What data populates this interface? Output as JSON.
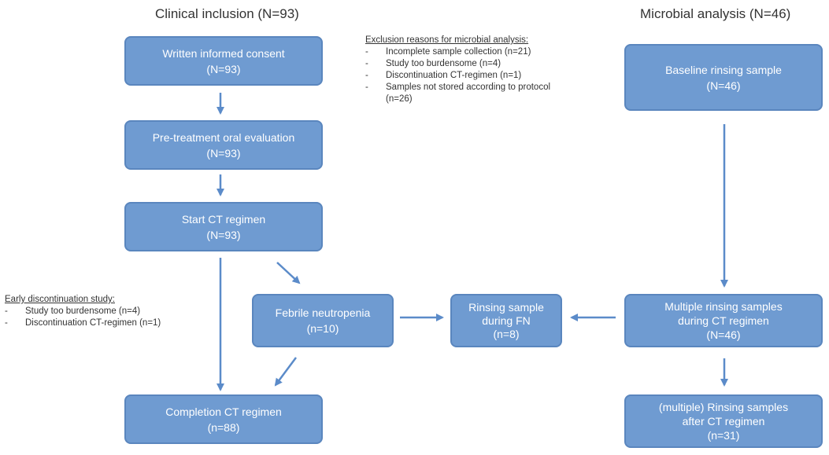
{
  "headings": {
    "left": "Clinical inclusion (N=93)",
    "right": "Microbial analysis (N=46)"
  },
  "boxes": {
    "consent": {
      "line1": "Written informed consent",
      "line2": "(N=93)"
    },
    "pretreatment": {
      "line1": "Pre-treatment oral evaluation",
      "line2": "(N=93)"
    },
    "start_ct": {
      "line1": "Start CT regimen",
      "line2": "(N=93)"
    },
    "febrile": {
      "line1": "Febrile neutropenia",
      "line2": "(n=10)"
    },
    "completion": {
      "line1": "Completion CT regimen",
      "line2": "(n=88)"
    },
    "rinsing_fn": {
      "line1": "Rinsing sample",
      "line2": "during FN",
      "line3": "(n=8)"
    },
    "baseline": {
      "line1": "Baseline rinsing sample",
      "line2": "(N=46)"
    },
    "multiple_during": {
      "line1": "Multiple rinsing samples",
      "line2": "during CT regimen",
      "line3": "(N=46)"
    },
    "multiple_after": {
      "line1": "(multiple) Rinsing samples",
      "line2": "after CT regimen",
      "line3": "(n=31)"
    }
  },
  "exclusion_note": {
    "title": "Exclusion reasons for microbial analysis:",
    "items": [
      "Incomplete sample collection (n=21)",
      "Study too burdensome (n=4)",
      "Discontinuation CT-regimen (n=1)",
      "Samples not stored according to protocol (n=26)"
    ]
  },
  "early_note": {
    "title": "Early discontinuation study:",
    "items": [
      "Study too burdensome (n=4)",
      "Discontinuation CT-regimen (n=1)"
    ]
  },
  "colors": {
    "box_fill": "#6f9bd1",
    "box_border": "#5a86be",
    "arrow": "#5b8bc9"
  }
}
